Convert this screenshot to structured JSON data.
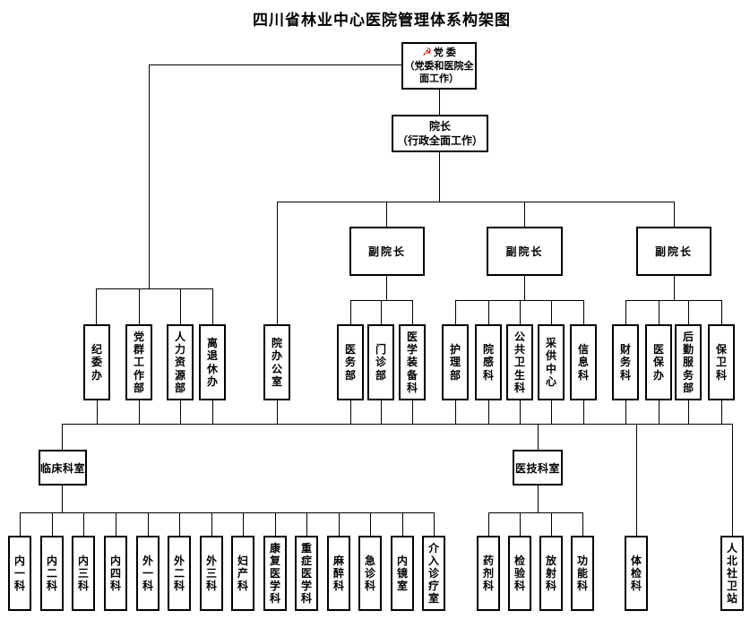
{
  "title": "四川省林业中心医院管理体系构架图",
  "colors": {
    "line": "#000000",
    "box_border": "#000000",
    "background": "#ffffff",
    "emblem_red": "#d40000",
    "text": "#000000"
  },
  "org": {
    "party_committee": {
      "icon": "hammer-sickle-party-emblem",
      "name": "党 委",
      "scope": "（党委和医院全面工作）"
    },
    "president": {
      "name": "院长",
      "scope": "（行政全面工作）"
    },
    "vice_presidents": [
      {
        "label": "副院长"
      },
      {
        "label": "副院长"
      },
      {
        "label": "副院长"
      }
    ],
    "party_departments": [
      "纪委办",
      "党群工作部",
      "人力资源部",
      "离退休办"
    ],
    "president_office": "院办公室",
    "vp1_departments": [
      "医务部",
      "门诊部",
      "医学装备科"
    ],
    "vp2_departments": [
      "护理部",
      "院感科",
      "公共卫生科",
      "采供中心",
      "信息科"
    ],
    "vp3_departments": [
      "财务科",
      "医保办",
      "后勤服务部",
      "保卫科"
    ],
    "clinical_group": {
      "label": "临床科室",
      "departments": [
        "内一科",
        "内二科",
        "内三科",
        "内四科",
        "外一科",
        "外二科",
        "外三科",
        "妇产科",
        "康复医学科",
        "重症医学科",
        "麻醉科",
        "急诊科",
        "内镜室",
        "介入诊疗室"
      ]
    },
    "medtech_group": {
      "label": "医技科室",
      "departments": [
        "药剂科",
        "检验科",
        "放射科",
        "功能科"
      ]
    },
    "direct_departments": [
      "体检科",
      "人北社卫站"
    ]
  }
}
